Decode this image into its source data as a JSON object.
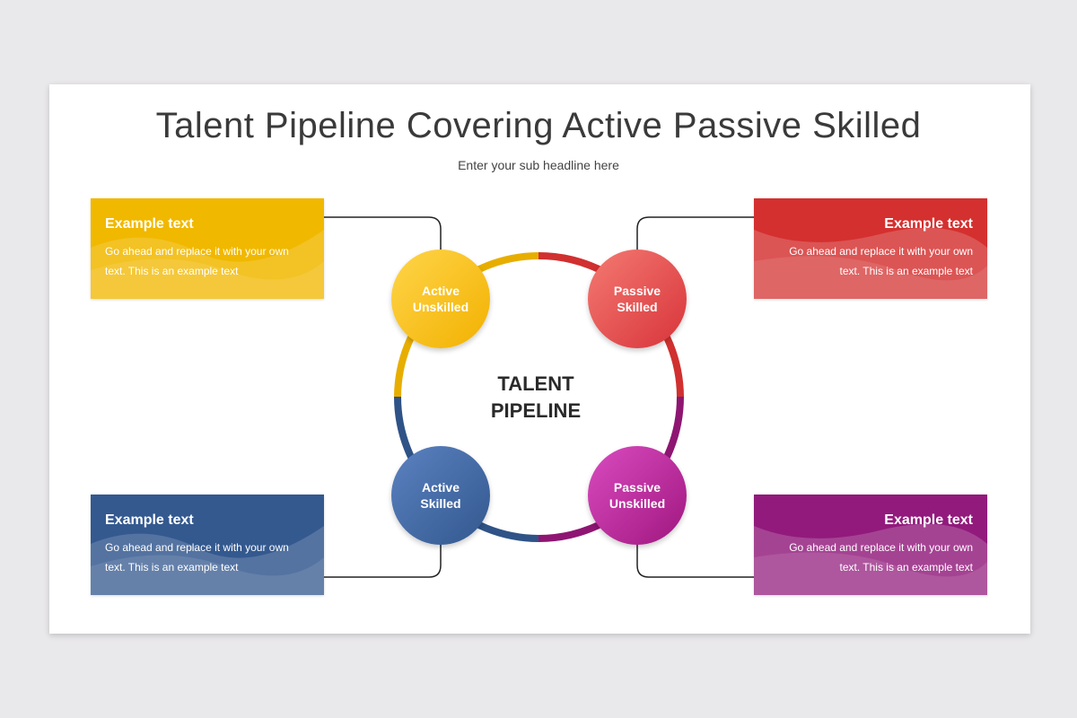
{
  "title": "Talent Pipeline Covering Active Passive Skilled",
  "subtitle": "Enter your sub headline here",
  "center_label": "TALENT\nPIPELINE",
  "nodes": [
    {
      "label": "Active\nUnskilled",
      "color": "#f4b400"
    },
    {
      "label": "Passive\nSkilled",
      "color": "#e0403f"
    },
    {
      "label": "Active\nSkilled",
      "color": "#3a5f96"
    },
    {
      "label": "Passive\nUnskilled",
      "color": "#b01c8c"
    }
  ],
  "cards": [
    {
      "title": "Example text",
      "body": "Go ahead and replace it with your own text. This is an example text",
      "color": "#f1b800"
    },
    {
      "title": "Example text",
      "body": "Go ahead and replace it with your own text. This is an example text",
      "color": "#d4302f"
    },
    {
      "title": "Example text",
      "body": "Go ahead and replace it with your own text. This is an example text",
      "color": "#34598f"
    },
    {
      "title": "Example text",
      "body": "Go ahead and replace it with your own text. This is an example text",
      "color": "#921a7c"
    }
  ]
}
